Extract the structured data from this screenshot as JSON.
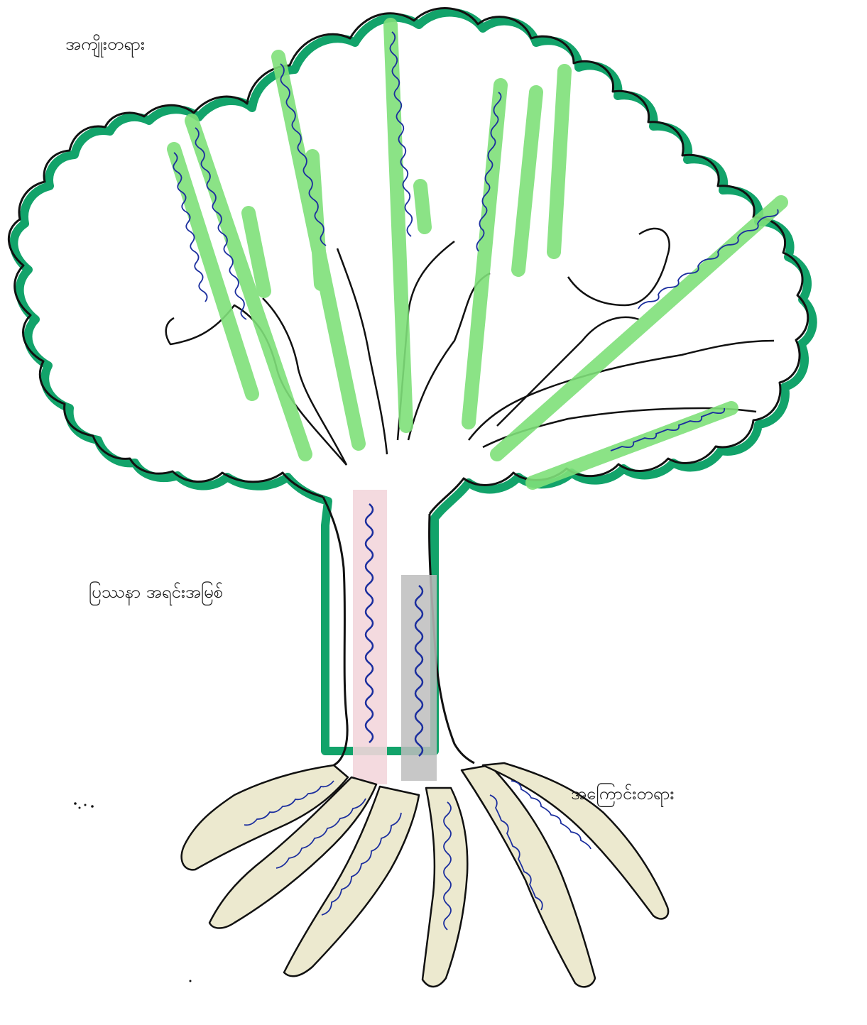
{
  "labels": {
    "effects": "အကျိုးတရား",
    "core_problem": "ပြဿနာ အရင်းအမြစ်",
    "causes": "အကြောင်းတရား"
  },
  "colors": {
    "canopy_outline": "#12a36a",
    "branch_highlight": "#7fe07a",
    "trunk_highlight_pink": "#f3d6dc",
    "trunk_highlight_gray": "#bdbdbd",
    "root_fill": "#ece9cf",
    "ink_black": "#111111",
    "ink_blue": "#1b2e9e"
  }
}
